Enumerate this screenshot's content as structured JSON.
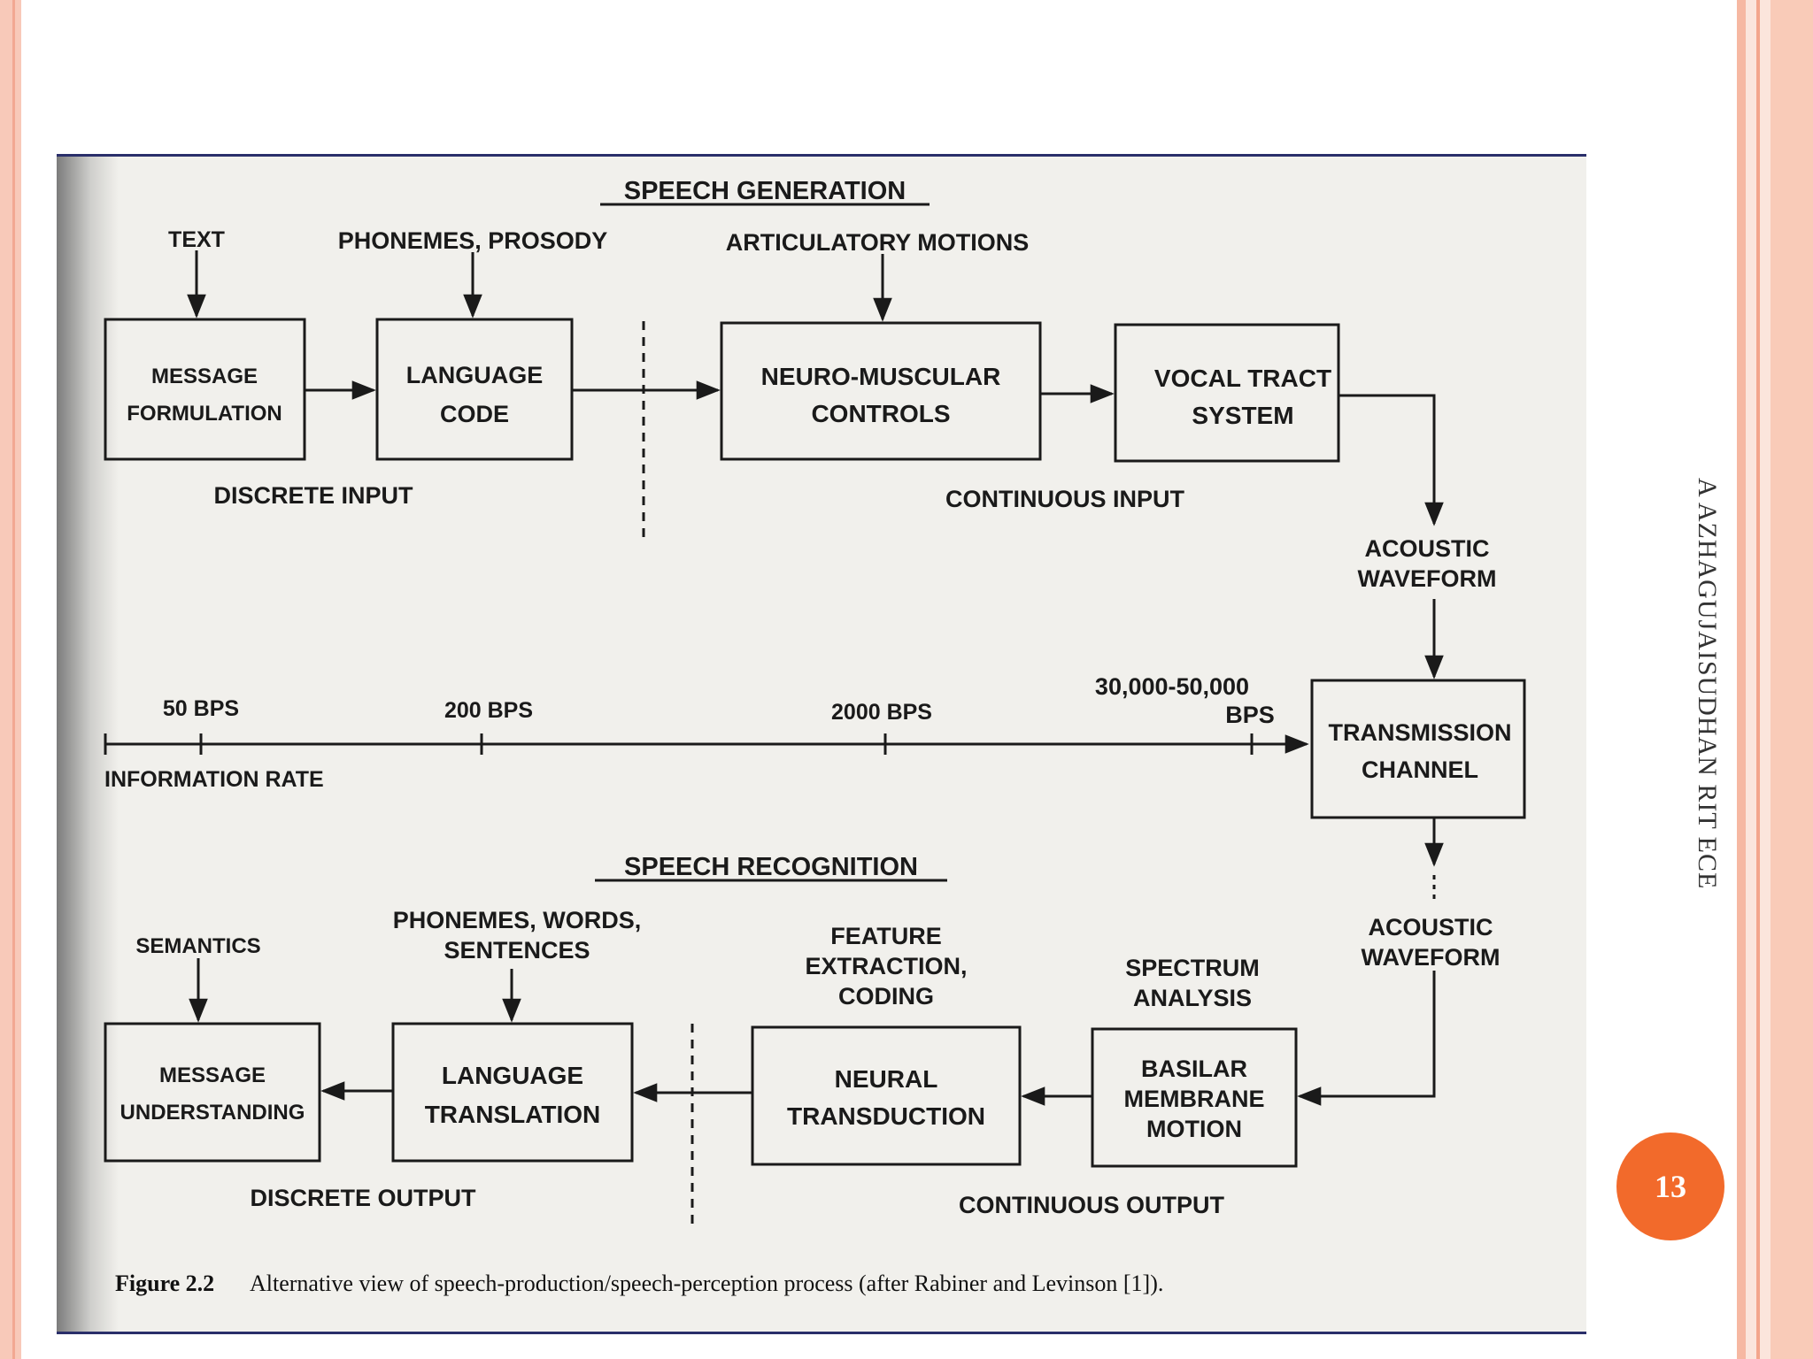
{
  "slide": {
    "side_label": "A AZHAGUJAISUDHAN RIT ECE",
    "page_number": "13",
    "colors": {
      "accent": "#f26a2b",
      "border": "#f8c9b9",
      "frame": "#2a2f6a"
    }
  },
  "diagram": {
    "generation_title": "SPEECH GENERATION",
    "recognition_title": "SPEECH RECOGNITION",
    "labels": {
      "text": "TEXT",
      "phonemes_prosody": "PHONEMES, PROSODY",
      "articulatory_motions": "ARTICULATORY MOTIONS",
      "discrete_input": "DISCRETE INPUT",
      "continuous_input": "CONTINUOUS INPUT",
      "acoustic_waveform_1": [
        "ACOUSTIC",
        "WAVEFORM"
      ],
      "acoustic_waveform_2": [
        "ACOUSTIC",
        "WAVEFORM"
      ],
      "semantics": "SEMANTICS",
      "phonemes_words": [
        "PHONEMES, WORDS,",
        "SENTENCES"
      ],
      "feature_extraction": [
        "FEATURE",
        "EXTRACTION,",
        "CODING"
      ],
      "spectrum_analysis": [
        "SPECTRUM",
        "ANALYSIS"
      ],
      "discrete_output": "DISCRETE OUTPUT",
      "continuous_output": "CONTINUOUS OUTPUT"
    },
    "boxes": {
      "message_formulation": [
        "MESSAGE",
        "FORMULATION"
      ],
      "language_code": [
        "LANGUAGE",
        "CODE"
      ],
      "neuro_muscular": [
        "NEURO-MUSCULAR",
        "CONTROLS"
      ],
      "vocal_tract": [
        "VOCAL TRACT",
        "SYSTEM"
      ],
      "transmission_channel": [
        "TRANSMISSION",
        "CHANNEL"
      ],
      "message_understanding": [
        "MESSAGE",
        "UNDERSTANDING"
      ],
      "language_translation": [
        "LANGUAGE",
        "TRANSLATION"
      ],
      "neural_transduction": [
        "NEURAL",
        "TRANSDUCTION"
      ],
      "basilar_membrane": [
        "BASILAR",
        "MEMBRANE",
        "MOTION"
      ]
    },
    "rate_axis": {
      "label": "INFORMATION RATE",
      "ticks": [
        "50 BPS",
        "200 BPS",
        "2000 BPS"
      ],
      "last_tick": [
        "30,000-50,000",
        "BPS"
      ]
    },
    "caption": {
      "prefix": "Figure 2.2",
      "text": "Alternative view of speech-production/speech-perception process (after Rabiner and Levinson [1])."
    }
  }
}
